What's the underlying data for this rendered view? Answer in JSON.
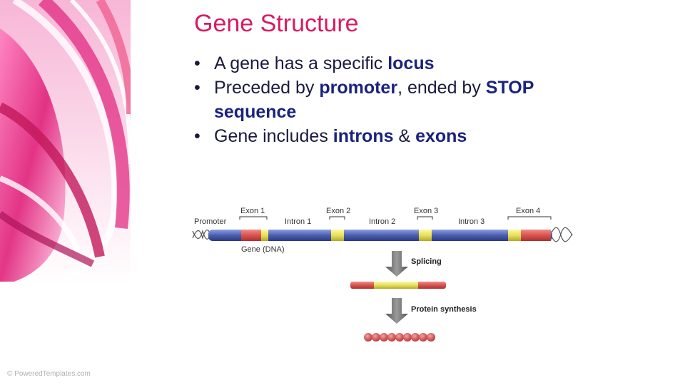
{
  "slide": {
    "title": "Gene Structure",
    "bullets": [
      {
        "parts": [
          "A gene has a specific ",
          "locus"
        ]
      },
      {
        "parts": [
          "Preceded by ",
          "promoter",
          ", ended by ",
          "STOP sequence"
        ]
      },
      {
        "parts": [
          "Gene includes ",
          "introns",
          " & ",
          "exons"
        ]
      }
    ]
  },
  "diagram": {
    "labels": {
      "promoter": "Promoter",
      "exon1": "Exon 1",
      "exon2": "Exon 2",
      "exon3": "Exon 3",
      "exon4": "Exon 4",
      "intron1": "Intron 1",
      "intron2": "Intron 2",
      "intron3": "Intron 3",
      "gene": "Gene (DNA)",
      "splicing": "Splicing",
      "protein": "Protein synthesis"
    }
  },
  "footer": {
    "watermark": "© PoweredTemplates.com"
  },
  "colors": {
    "title": "#d81b60",
    "keyword": "#1a237e",
    "dna_blue": "#4a5fb0",
    "exon_red": "#d9534f",
    "yellow": "#e8e05a"
  }
}
